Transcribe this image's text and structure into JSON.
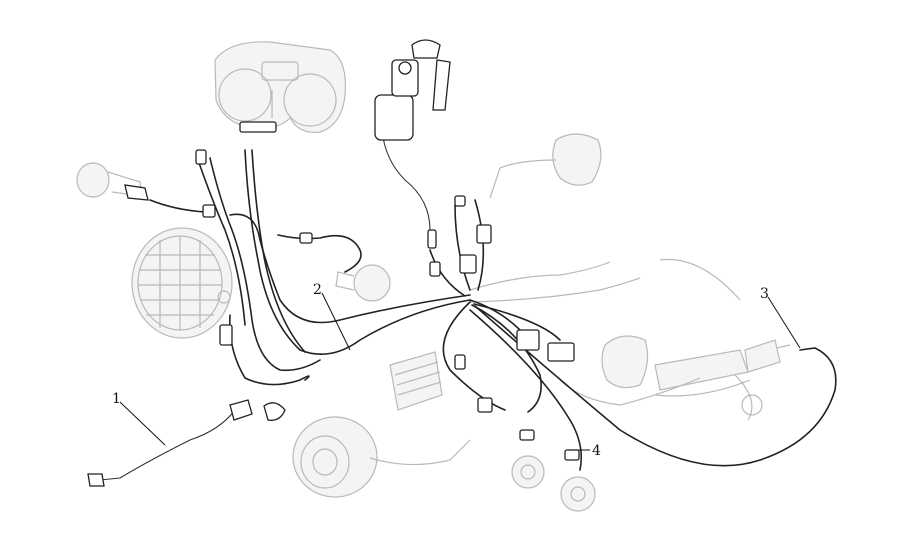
{
  "callouts": [
    {
      "id": "1",
      "label": "1"
    },
    {
      "id": "2",
      "label": "2"
    },
    {
      "id": "3",
      "label": "3"
    },
    {
      "id": "4",
      "label": "4"
    }
  ],
  "colors": {
    "ink": "#222222",
    "ghost": "#b9b9b9",
    "background": "#ffffff"
  }
}
